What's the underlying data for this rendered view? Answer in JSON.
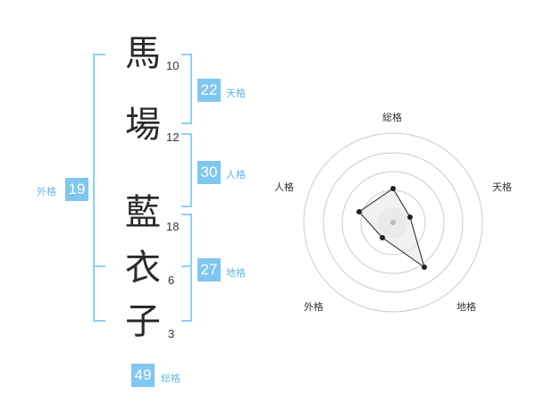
{
  "name": {
    "chars": [
      {
        "char": "馬",
        "strokes": "10"
      },
      {
        "char": "場",
        "strokes": "12"
      },
      {
        "char": "藍",
        "strokes": "18"
      },
      {
        "char": "衣",
        "strokes": "6"
      },
      {
        "char": "子",
        "strokes": "3"
      }
    ]
  },
  "kakusu": {
    "tenkaku": {
      "value": "22",
      "label": "天格"
    },
    "jinkaku": {
      "value": "30",
      "label": "人格"
    },
    "chikaku": {
      "value": "27",
      "label": "地格"
    },
    "gaikaku": {
      "value": "19",
      "label": "外格"
    },
    "soukaku": {
      "value": "49",
      "label": "総格"
    }
  },
  "radar": {
    "labels": {
      "soukaku": "総格",
      "tenkaku": "天格",
      "chikaku": "地格",
      "gaikaku": "外格",
      "jinkaku": "人格"
    }
  },
  "colors": {
    "accent": "#7fc7f0",
    "bracket": "#8fd0f3",
    "label": "#6ab4e0"
  }
}
